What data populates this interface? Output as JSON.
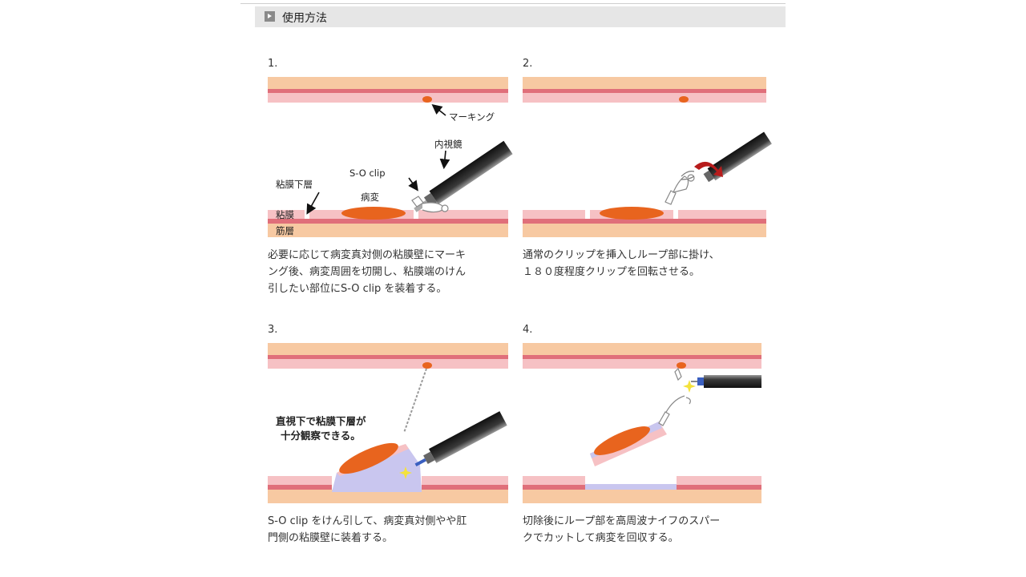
{
  "header": {
    "title": "使用方法"
  },
  "steps": [
    {
      "number": "1.",
      "caption": "必要に応じて病変真対側の粘膜壁にマーキ\nング後、病変周囲を切開し、粘膜端のけん\n引したい部位にS-O clip を装着する。",
      "labels": {
        "marking": "マーキング",
        "endoscope": "内視鏡",
        "soclip": "S-O clip",
        "submucosa": "粘膜下層",
        "lesion": "病変",
        "mucosa": "粘膜",
        "muscle": "筋層"
      }
    },
    {
      "number": "2.",
      "caption": "通常のクリップを挿入しループ部に掛け、\n１８０度程度クリップを回転させる。"
    },
    {
      "number": "3.",
      "caption": "S-O clip をけん引して、病変真対側やや肛\n門側の粘膜壁に装着する。",
      "labels": {
        "view_line1": "直視下で粘膜下層が",
        "view_line2": "十分観察できる。"
      }
    },
    {
      "number": "4.",
      "caption": "切除後にループ部を高周波ナイフのスパー\nクでカットして病変を回収する。"
    }
  ],
  "colors": {
    "mucosa_pink": "#f6c1c4",
    "muscle_peach": "#f7c9a2",
    "red_line": "#e06f7a",
    "lesion_orange": "#e8641e",
    "submucosa_lavender": "#c9c6ef",
    "scope_dark": "#2b2b2b",
    "rotation_arrow": "#b71c1c",
    "spark_yellow": "#f4e23c"
  }
}
